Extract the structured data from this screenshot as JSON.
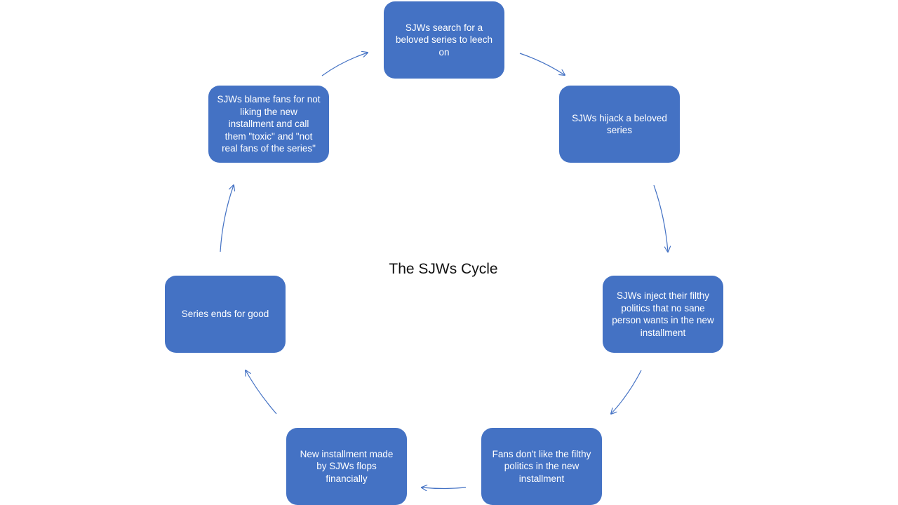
{
  "diagram": {
    "title": "The SJWs Cycle",
    "colors": {
      "node_fill": "#4472C4",
      "node_text": "#FFFFFF",
      "arrow": "#4472C4"
    },
    "nodes": [
      {
        "id": "n0",
        "label": "SJWs search for a beloved series to leech on"
      },
      {
        "id": "n1",
        "label": "SJWs hijack a beloved series"
      },
      {
        "id": "n2",
        "label": "SJWs inject their filthy politics that no sane person wants in the new installment"
      },
      {
        "id": "n3",
        "label": "Fans don't like the filthy politics in the new installment"
      },
      {
        "id": "n4",
        "label": "New installment made by SJWs flops financially"
      },
      {
        "id": "n5",
        "label": "Series ends for good"
      },
      {
        "id": "n6",
        "label": "SJWs blame fans for not liking the new installment and call them \"toxic\" and \"not real fans of the series\""
      }
    ],
    "edges": [
      {
        "from": "n0",
        "to": "n1"
      },
      {
        "from": "n1",
        "to": "n2"
      },
      {
        "from": "n2",
        "to": "n3"
      },
      {
        "from": "n3",
        "to": "n4"
      },
      {
        "from": "n4",
        "to": "n5"
      },
      {
        "from": "n5",
        "to": "n6"
      },
      {
        "from": "n6",
        "to": "n0"
      }
    ]
  }
}
